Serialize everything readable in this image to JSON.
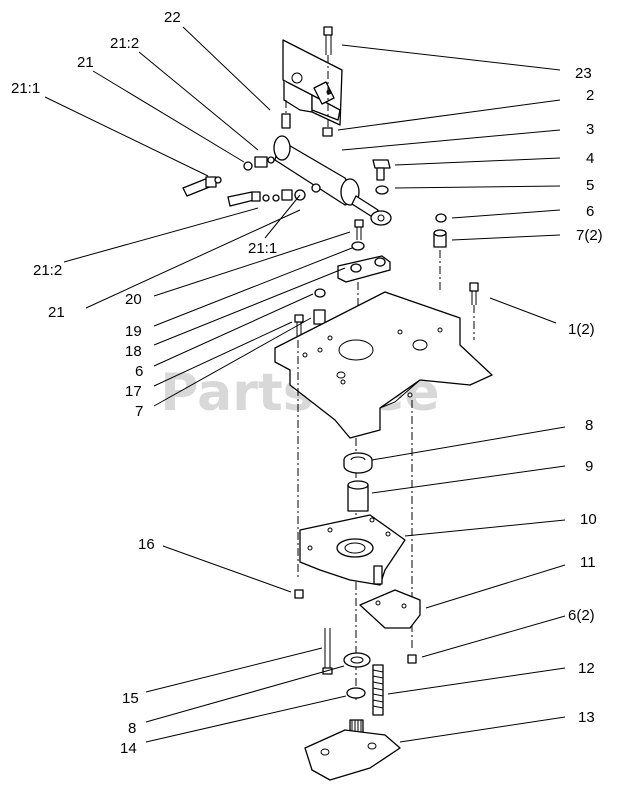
{
  "watermark": "PartsTree",
  "callouts": [
    {
      "id": "c22",
      "text": "22"
    },
    {
      "id": "c21-2-top",
      "text": "21:2"
    },
    {
      "id": "c21-top",
      "text": "21"
    },
    {
      "id": "c21-1-top",
      "text": "21:1"
    },
    {
      "id": "c23",
      "text": "23"
    },
    {
      "id": "c2",
      "text": "2"
    },
    {
      "id": "c3",
      "text": "3"
    },
    {
      "id": "c4",
      "text": "4"
    },
    {
      "id": "c5",
      "text": "5"
    },
    {
      "id": "c6-a",
      "text": "6"
    },
    {
      "id": "c7-2",
      "text": "7(2)"
    },
    {
      "id": "c21-1-mid",
      "text": "21:1"
    },
    {
      "id": "c21-2-left",
      "text": "21:2"
    },
    {
      "id": "c20",
      "text": "20"
    },
    {
      "id": "c21-left",
      "text": "21"
    },
    {
      "id": "c1-2",
      "text": "1(2)"
    },
    {
      "id": "c19",
      "text": "19"
    },
    {
      "id": "c18",
      "text": "18"
    },
    {
      "id": "c6-b",
      "text": "6"
    },
    {
      "id": "c17",
      "text": "17"
    },
    {
      "id": "c7",
      "text": "7"
    },
    {
      "id": "c8-a",
      "text": "8"
    },
    {
      "id": "c9",
      "text": "9"
    },
    {
      "id": "c10",
      "text": "10"
    },
    {
      "id": "c16",
      "text": "16"
    },
    {
      "id": "c11",
      "text": "11"
    },
    {
      "id": "c6-2",
      "text": "6(2)"
    },
    {
      "id": "c15",
      "text": "15"
    },
    {
      "id": "c12",
      "text": "12"
    },
    {
      "id": "c8-b",
      "text": "8"
    },
    {
      "id": "c13",
      "text": "13"
    },
    {
      "id": "c14",
      "text": "14"
    }
  ]
}
